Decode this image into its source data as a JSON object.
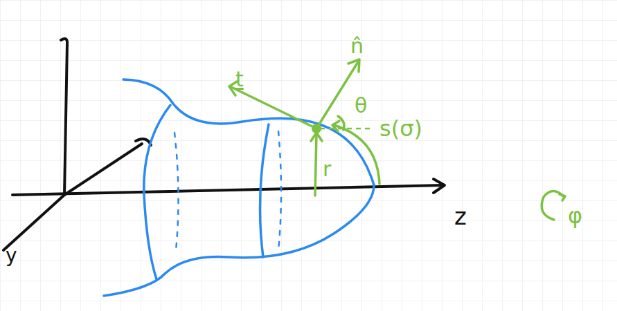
{
  "diagram": {
    "labels": [
      "t",
      "n̂",
      "θ",
      "s(σ)",
      "r",
      "z",
      "φ",
      "y"
    ]
  }
}
